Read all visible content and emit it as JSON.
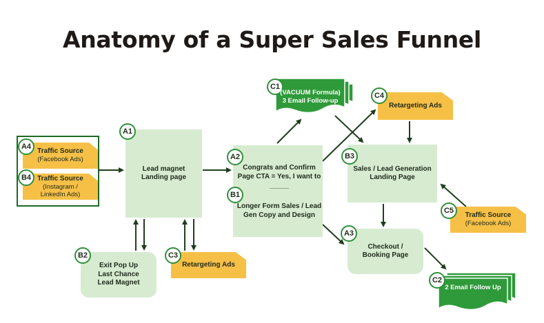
{
  "title": "Anatomy of a Super Sales Funnel",
  "nodes": {
    "a1": {
      "badge": "A1",
      "text": "Lead magnet\nLanding page"
    },
    "a2": {
      "badge": "A2",
      "text": "Congrats and Confirm\nPage CTA = Yes, I want to\n_____"
    },
    "b1": {
      "badge": "B1",
      "text": "Longer Form Sales / Lead\nGen Copy and Design"
    },
    "a3": {
      "badge": "A3",
      "text": "Checkout /\nBooking Page"
    },
    "b2": {
      "badge": "B2",
      "text": "Exit Pop Up\nLast Chance\nLead Magnet"
    },
    "b3": {
      "badge": "B3",
      "text": "Sales / Lead Generation\nLanding Page"
    },
    "a4": {
      "badge": "A4",
      "label": "Traffic Source",
      "sub": "(Facebook Ads)"
    },
    "b4": {
      "badge": "B4",
      "label": "Traffic Source",
      "sub": "(Instagram /\nLinkedIn Ads)"
    },
    "c3": {
      "badge": "C3",
      "label": "Retargeting Ads"
    },
    "c4": {
      "badge": "C4",
      "label": "Retargeting Ads"
    },
    "c5": {
      "badge": "C5",
      "label": "Traffic Source",
      "sub": "(Facebook Ads)"
    },
    "c1": {
      "badge": "C1",
      "text": "(VACUUM Formula)\n3 Email Follow-up"
    },
    "c2": {
      "badge": "C2",
      "text": "2 Email Follow Up"
    }
  },
  "colors": {
    "box_green": "#d7ebd0",
    "note_yellow": "#f6c047",
    "doc_green": "#2f9a3a",
    "arrow": "#1f3d1c"
  }
}
